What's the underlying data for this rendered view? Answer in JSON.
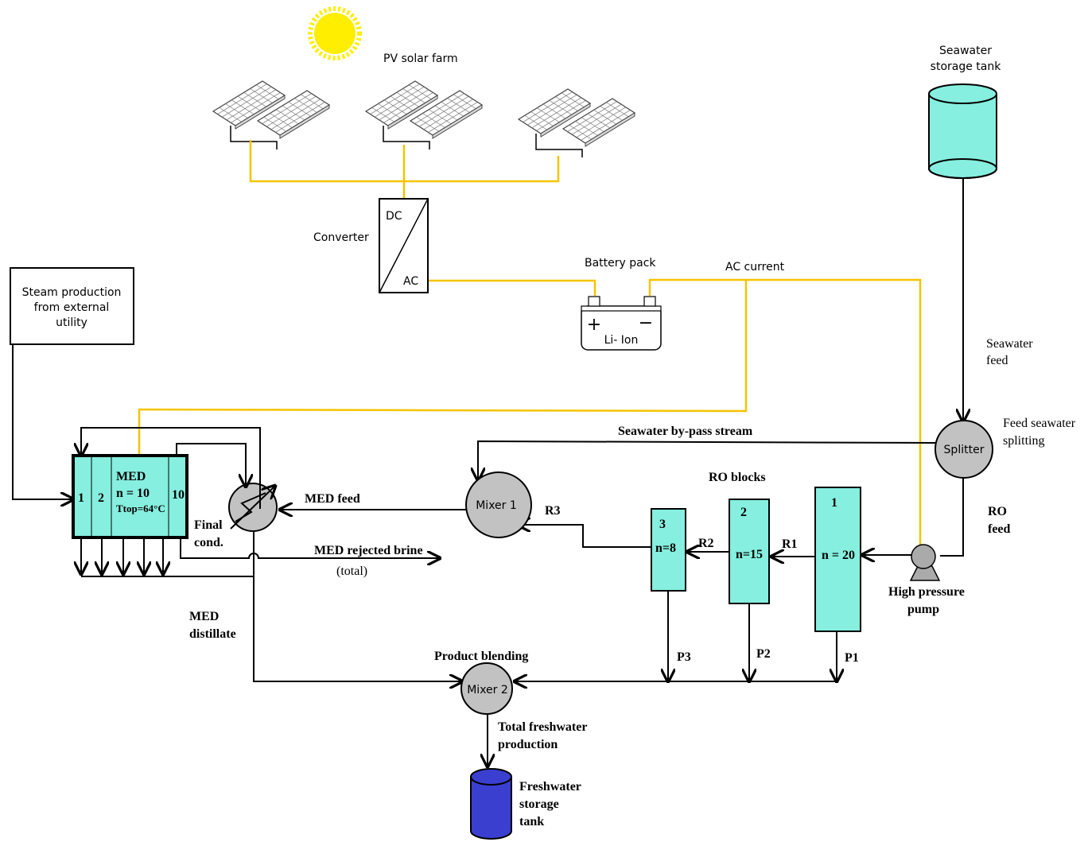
{
  "title": "",
  "labels": {
    "pv_farm": "PV solar farm",
    "seawater_tank_line1": "Seawater",
    "seawater_tank_line2": "storage tank",
    "converter": "Converter",
    "dc": "DC",
    "ac": "AC",
    "battery_pack": "Battery pack",
    "li_ion": "Li- Ion",
    "plus": "+",
    "minus": "−",
    "ac_current": "AC current",
    "steam_line1": "Steam production",
    "steam_line2": "from external",
    "steam_line3": "utility",
    "seawater_feed_line1": "Seawater",
    "seawater_feed_line2": "feed",
    "feed_split_line1": "Feed seawater",
    "feed_split_line2": "splitting",
    "splitter": "Splitter",
    "bypass": "Seawater by-pass stream",
    "ro_blocks": "RO blocks",
    "ro_feed_line1": "RO",
    "ro_feed_line2": "feed",
    "hp_pump_line1": "High pressure",
    "hp_pump_line2": "pump",
    "mixer1": "Mixer 1",
    "mixer2": "Mixer 2",
    "med_feed": "MED feed",
    "med_rejected_line1": "MED rejected brine",
    "med_rejected_line2": "(total)",
    "final_cond_line1": "Final",
    "final_cond_line2": "cond.",
    "med_distillate_line1": "MED",
    "med_distillate_line2": "distillate",
    "product_blending": "Product blending",
    "total_fw_line1": "Total freshwater",
    "total_fw_line2": "production",
    "fw_tank_line1": "Freshwater",
    "fw_tank_line2": "storage",
    "fw_tank_line3": "tank",
    "r1": "R1",
    "r2": "R2",
    "r3": "R3",
    "p1": "P1",
    "p2": "P2",
    "p3": "P3"
  },
  "med": {
    "name": "MED",
    "stages": "n = 10",
    "ttop": "Ttop=64°C",
    "stage_first": "1",
    "stage_second": "2",
    "stage_last": "10"
  },
  "ro": {
    "block1_id": "1",
    "block1_n": "n = 20",
    "block2_id": "2",
    "block2_n": "n=15",
    "block3_id": "3",
    "block3_n": "n=8"
  },
  "colors": {
    "electric_wire": "#f5c400",
    "equipment_aqua": "#86efdf",
    "equipment_grey": "#c2c2c2",
    "freshwater_tank": "#3b3fd0",
    "sun": "#ffee00"
  },
  "icons": [
    "sun-icon",
    "solar-panel-icon",
    "battery-icon",
    "pump-icon",
    "heat-exchanger-icon",
    "tank-icon"
  ]
}
